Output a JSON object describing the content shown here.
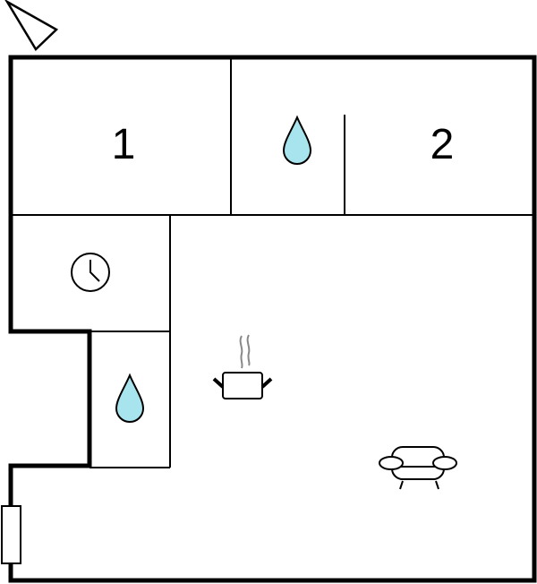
{
  "floorplan": {
    "rooms": [
      {
        "label": "1",
        "type": "bedroom"
      },
      {
        "label": "2",
        "type": "bedroom"
      }
    ],
    "icons": [
      "compass-north-icon",
      "water-drop-icon",
      "clock-icon",
      "cooking-pot-icon",
      "sofa-icon",
      "door-icon"
    ],
    "colors": {
      "wall": "#000000",
      "water": "#a8e4ee",
      "steam": "#888888"
    }
  }
}
